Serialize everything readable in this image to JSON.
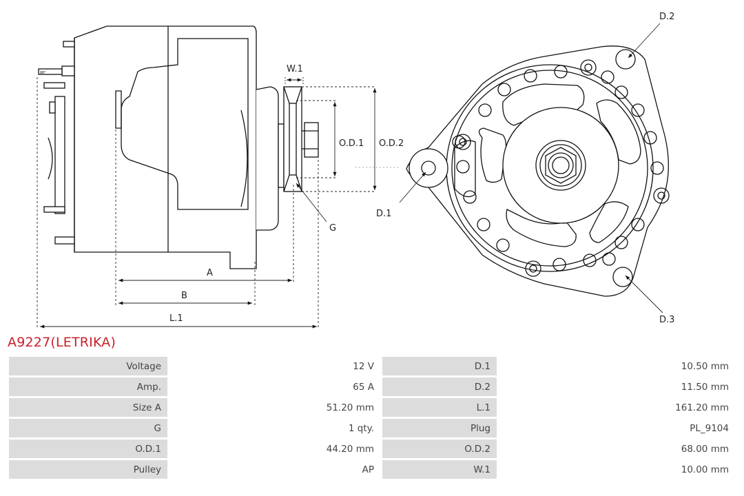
{
  "diagram": {
    "labels": {
      "w1": "W.1",
      "od1": "O.D.1",
      "od2": "O.D.2",
      "g": "G",
      "a": "A",
      "b": "B",
      "l1": "L.1",
      "d1": "D.1",
      "d2": "D.2",
      "d3": "D.3"
    }
  },
  "part": {
    "title": "A9227(LETRIKA)"
  },
  "specs": {
    "rows": [
      {
        "label_left": "Voltage",
        "value_left": "12 V",
        "label_right": "D.1",
        "value_right": "10.50 mm"
      },
      {
        "label_left": "Amp.",
        "value_left": "65 A",
        "label_right": "D.2",
        "value_right": "11.50 mm"
      },
      {
        "label_left": "Size A",
        "value_left": "51.20 mm",
        "label_right": "L.1",
        "value_right": "161.20 mm"
      },
      {
        "label_left": "G",
        "value_left": "1 qty.",
        "label_right": "Plug",
        "value_right": "PL_9104"
      },
      {
        "label_left": "O.D.1",
        "value_left": "44.20 mm",
        "label_right": "O.D.2",
        "value_right": "68.00 mm"
      },
      {
        "label_left": "Pulley",
        "value_left": "AP",
        "label_right": "W.1",
        "value_right": "10.00 mm"
      }
    ]
  }
}
